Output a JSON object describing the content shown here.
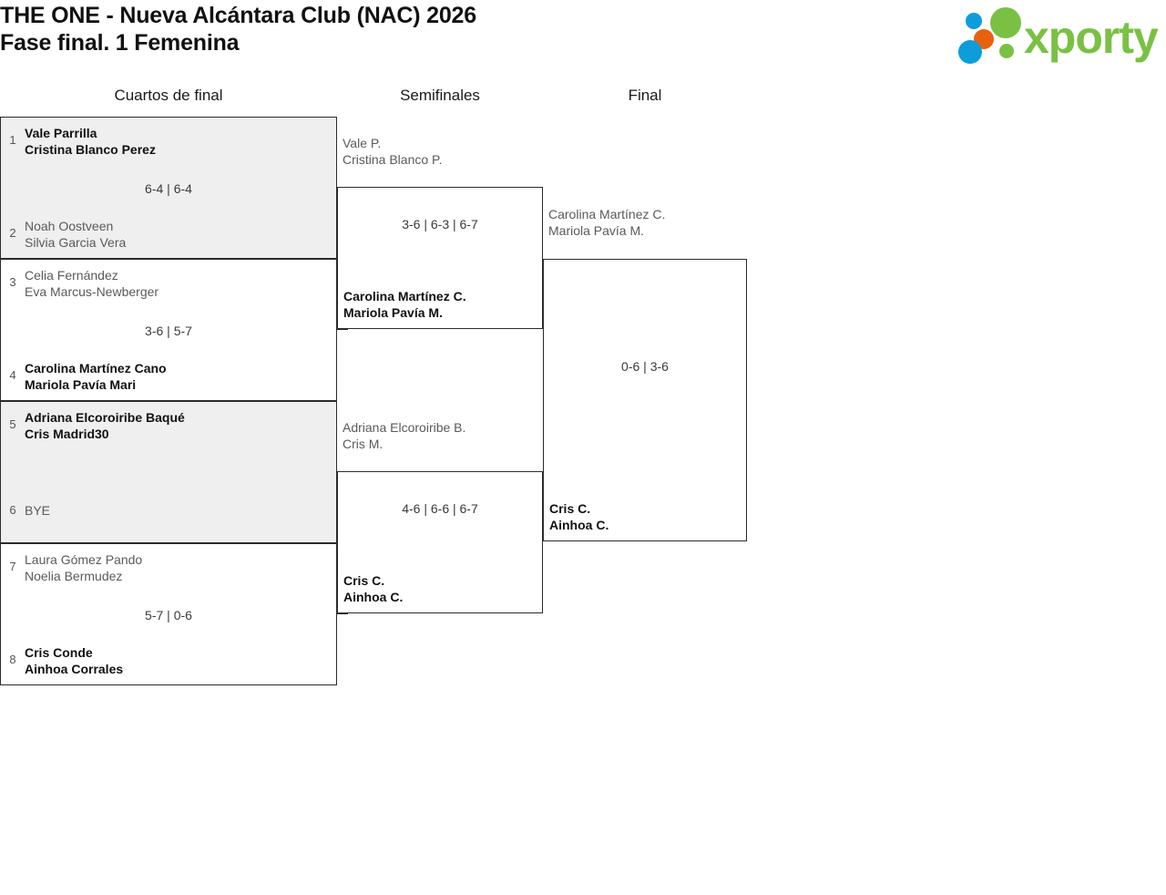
{
  "header": {
    "title_line1": "THE ONE - Nueva Alcántara Club (NAC) 2026",
    "title_line2": "Fase final. 1 Femenina",
    "logo_text": "xporty",
    "logo_colors": {
      "green": "#7ac143",
      "blue": "#0d9ddb",
      "orange": "#e8610e"
    }
  },
  "columns": [
    {
      "key": "qf",
      "label": "Cuartos de final"
    },
    {
      "key": "sf",
      "label": "Semifinales"
    },
    {
      "key": "fin",
      "label": "Final"
    }
  ],
  "rounds": {
    "quarterfinals": [
      {
        "score": "6-4 | 6-4",
        "top": {
          "seed": "1",
          "players": [
            "Vale Parrilla",
            "Cristina Blanco Perez"
          ],
          "result": "winner"
        },
        "bottom": {
          "seed": "2",
          "players": [
            "Noah Oostveen",
            "Silvia Garcia Vera"
          ],
          "result": "loser"
        }
      },
      {
        "score": "3-6 | 5-7",
        "top": {
          "seed": "3",
          "players": [
            "Celia Fernández",
            "Eva Marcus-Newberger"
          ],
          "result": "loser"
        },
        "bottom": {
          "seed": "4",
          "players": [
            "Carolina Martínez Cano",
            "Mariola Pavía Mari"
          ],
          "result": "winner"
        }
      },
      {
        "score": "",
        "top": {
          "seed": "5",
          "players": [
            "Adriana Elcoroiribe Baqué",
            "Cris Madrid30"
          ],
          "result": "winner"
        },
        "bottom": {
          "seed": "6",
          "players": [
            "BYE"
          ],
          "result": "loser"
        }
      },
      {
        "score": "5-7 | 0-6",
        "top": {
          "seed": "7",
          "players": [
            "Laura Gómez Pando",
            "Noelia Bermudez"
          ],
          "result": "loser"
        },
        "bottom": {
          "seed": "8",
          "players": [
            "Cris Conde",
            "Ainhoa Corrales"
          ],
          "result": "winner"
        }
      }
    ],
    "semifinals": [
      {
        "score": "3-6 | 6-3 | 6-7",
        "top": {
          "seed": "",
          "players": [
            "Vale P.",
            "Cristina Blanco P."
          ],
          "result": "loser"
        },
        "bottom": {
          "seed": "",
          "players": [
            "Carolina Martínez C.",
            "Mariola Pavía M."
          ],
          "result": "winner"
        }
      },
      {
        "score": "4-6 | 6-6 | 6-7",
        "top": {
          "seed": "",
          "players": [
            "Adriana Elcoroiribe B.",
            "Cris M."
          ],
          "result": "loser"
        },
        "bottom": {
          "seed": "",
          "players": [
            "Cris C.",
            "Ainhoa C."
          ],
          "result": "winner"
        }
      }
    ],
    "final": [
      {
        "score": "0-6 | 3-6",
        "top": {
          "seed": "",
          "players": [
            "Carolina Martínez C.",
            "Mariola Pavía M."
          ],
          "result": "loser"
        },
        "bottom": {
          "seed": "",
          "players": [
            "Cris C.",
            "Ainhoa C."
          ],
          "result": "winner"
        }
      }
    ]
  }
}
